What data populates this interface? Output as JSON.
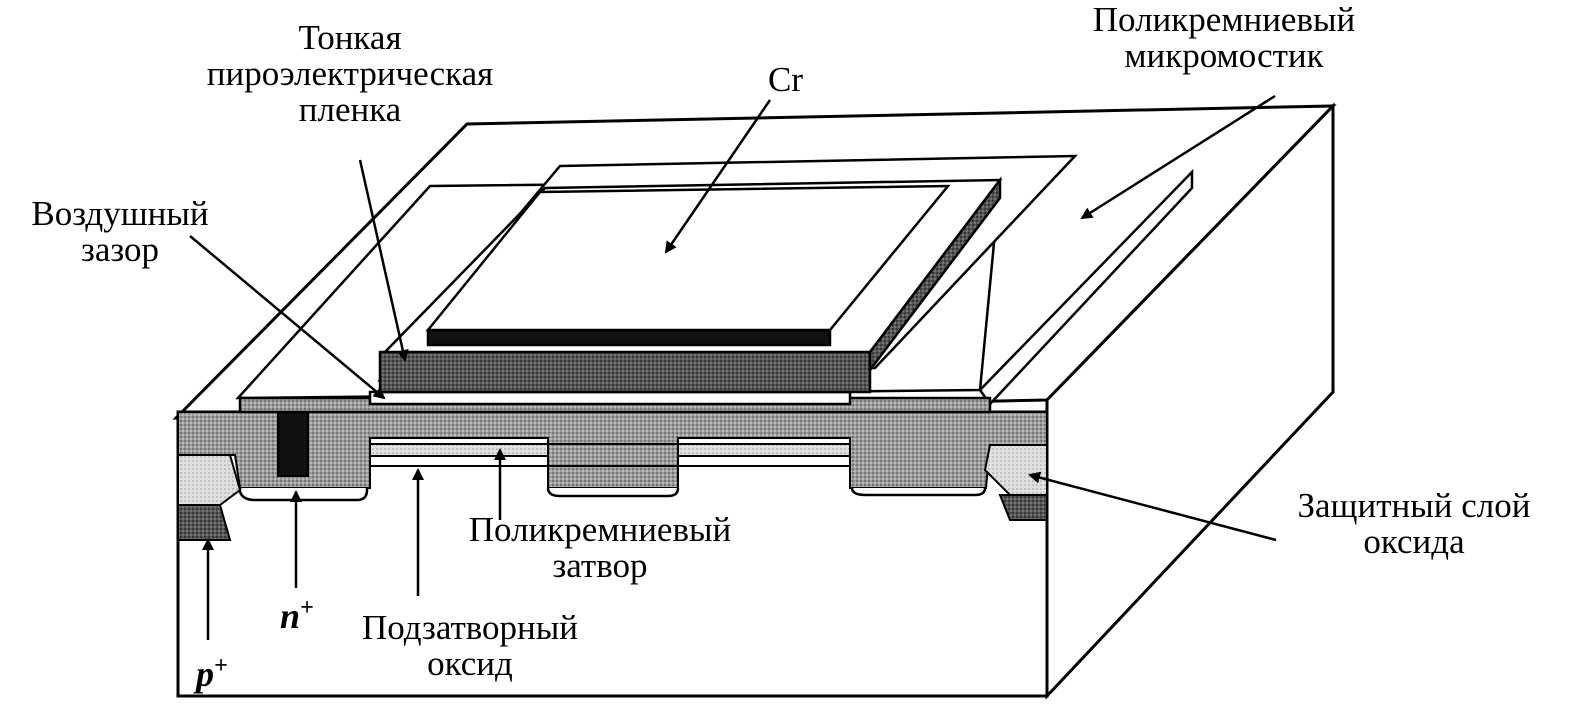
{
  "labels": {
    "thin_film_l1": "Тонкая",
    "thin_film_l2": "пироэлектрическая",
    "thin_film_l3": "пленка",
    "cr": "Cr",
    "bridge_l1": "Поликремниевый",
    "bridge_l2": "микромостик",
    "air_gap_l1": "Воздушный",
    "air_gap_l2": "зазор",
    "oxide_l1": "Защитный слой",
    "oxide_l2": "оксида",
    "gate_l1": "Поликремниевый",
    "gate_l2": "затвор",
    "gate_oxide_l1": "Подзатворный",
    "gate_oxide_l2": "оксид",
    "n_base": "n",
    "n_sup": "+",
    "p_base": "p",
    "p_sup": "+"
  },
  "colors": {
    "line": "#000000",
    "background": "#ffffff",
    "dark_layer": "#1e1e1e",
    "medium_layer": "#6a6a6a",
    "light_layer": "#b4b4b4",
    "oxide_fill": "#c8c8c8"
  }
}
